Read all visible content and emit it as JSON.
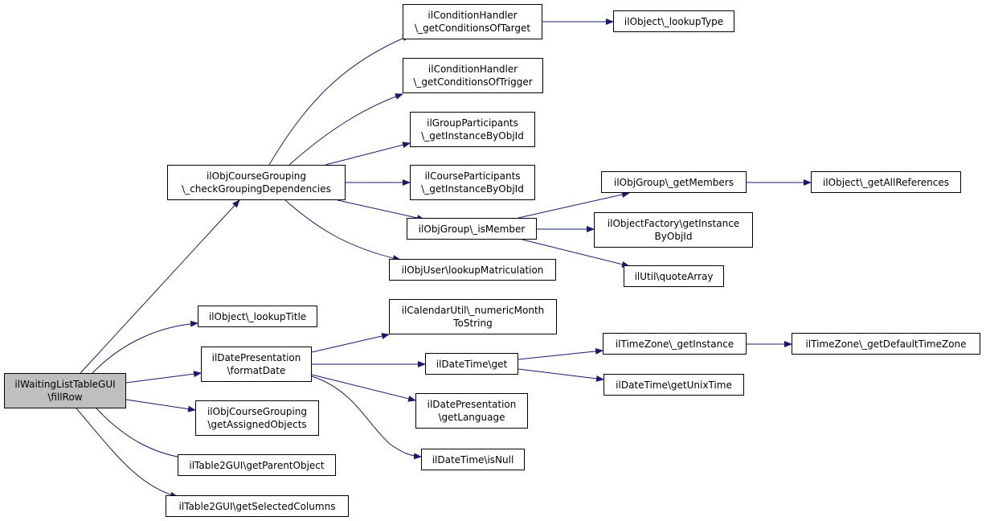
{
  "colors": {
    "edge": "#191970",
    "root_fill": "#bfbfbf",
    "node_fill": "#ffffff",
    "border": "#000000"
  },
  "nodes": [
    {
      "id": "root",
      "lines": [
        "ilWaitingListTableGUI",
        "\\fillRow"
      ]
    },
    {
      "id": "checkGrouping",
      "lines": [
        "ilObjCourseGrouping",
        "\\_checkGroupingDependencies"
      ]
    },
    {
      "id": "condTarget",
      "lines": [
        "ilConditionHandler",
        "\\_getConditionsOfTarget"
      ]
    },
    {
      "id": "lookupType",
      "lines": [
        "ilObject\\_lookupType"
      ]
    },
    {
      "id": "condTrigger",
      "lines": [
        "ilConditionHandler",
        "\\_getConditionsOfTrigger"
      ]
    },
    {
      "id": "groupPart",
      "lines": [
        "ilGroupParticipants",
        "\\_getInstanceByObjId"
      ]
    },
    {
      "id": "coursePart",
      "lines": [
        "ilCourseParticipants",
        "\\_getInstanceByObjId"
      ]
    },
    {
      "id": "getMembers",
      "lines": [
        "ilObjGroup\\_getMembers"
      ]
    },
    {
      "id": "allRefs",
      "lines": [
        "ilObject\\_getAllReferences"
      ]
    },
    {
      "id": "isMember",
      "lines": [
        "ilObjGroup\\_isMember"
      ]
    },
    {
      "id": "factory",
      "lines": [
        "ilObjectFactory\\getInstance",
        "ByObjId"
      ]
    },
    {
      "id": "matric",
      "lines": [
        "ilObjUser\\lookupMatriculation"
      ]
    },
    {
      "id": "quoteArray",
      "lines": [
        "ilUtil\\quoteArray"
      ]
    },
    {
      "id": "lookupTitle",
      "lines": [
        "ilObject\\_lookupTitle"
      ]
    },
    {
      "id": "numMonth",
      "lines": [
        "ilCalendarUtil\\_numericMonth",
        "ToString"
      ]
    },
    {
      "id": "formatDate",
      "lines": [
        "ilDatePresentation",
        "\\formatDate"
      ]
    },
    {
      "id": "tzInstance",
      "lines": [
        "ilTimeZone\\_getInstance"
      ]
    },
    {
      "id": "tzDefault",
      "lines": [
        "ilTimeZone\\_getDefaultTimeZone"
      ]
    },
    {
      "id": "dtGet",
      "lines": [
        "ilDateTime\\get"
      ]
    },
    {
      "id": "unixTime",
      "lines": [
        "ilDateTime\\getUnixTime"
      ]
    },
    {
      "id": "assigned",
      "lines": [
        "ilObjCourseGrouping",
        "\\getAssignedObjects"
      ]
    },
    {
      "id": "getLang",
      "lines": [
        "ilDatePresentation",
        "\\getLanguage"
      ]
    },
    {
      "id": "parentObj",
      "lines": [
        "ilTable2GUI\\getParentObject"
      ]
    },
    {
      "id": "isNull",
      "lines": [
        "ilDateTime\\isNull"
      ]
    },
    {
      "id": "selCols",
      "lines": [
        "ilTable2GUI\\getSelectedColumns"
      ]
    }
  ],
  "edges": [
    [
      "root",
      "checkGrouping"
    ],
    [
      "root",
      "lookupTitle"
    ],
    [
      "root",
      "formatDate"
    ],
    [
      "root",
      "assigned"
    ],
    [
      "root",
      "parentObj"
    ],
    [
      "root",
      "selCols"
    ],
    [
      "checkGrouping",
      "condTarget"
    ],
    [
      "checkGrouping",
      "condTrigger"
    ],
    [
      "checkGrouping",
      "groupPart"
    ],
    [
      "checkGrouping",
      "coursePart"
    ],
    [
      "checkGrouping",
      "isMember"
    ],
    [
      "checkGrouping",
      "matric"
    ],
    [
      "condTarget",
      "lookupType"
    ],
    [
      "isMember",
      "getMembers"
    ],
    [
      "isMember",
      "factory"
    ],
    [
      "isMember",
      "quoteArray"
    ],
    [
      "getMembers",
      "allRefs"
    ],
    [
      "formatDate",
      "numMonth"
    ],
    [
      "formatDate",
      "dtGet"
    ],
    [
      "formatDate",
      "getLang"
    ],
    [
      "formatDate",
      "isNull"
    ],
    [
      "dtGet",
      "tzInstance"
    ],
    [
      "dtGet",
      "unixTime"
    ],
    [
      "tzInstance",
      "tzDefault"
    ]
  ]
}
